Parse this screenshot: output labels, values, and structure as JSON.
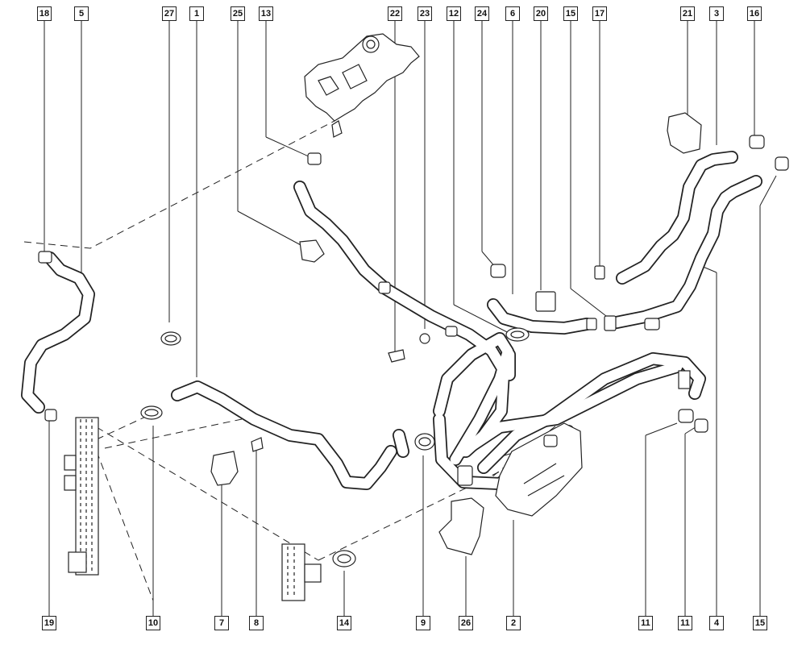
{
  "diagram": {
    "top_labels": [
      "18",
      "5",
      "27",
      "1",
      "25",
      "13",
      "22",
      "23",
      "12",
      "24",
      "6",
      "20",
      "15",
      "17",
      "21",
      "3",
      "16"
    ],
    "bottom_labels": [
      "19",
      "10",
      "7",
      "8",
      "14",
      "9",
      "26",
      "2",
      "11",
      "11",
      "4",
      "15"
    ]
  }
}
